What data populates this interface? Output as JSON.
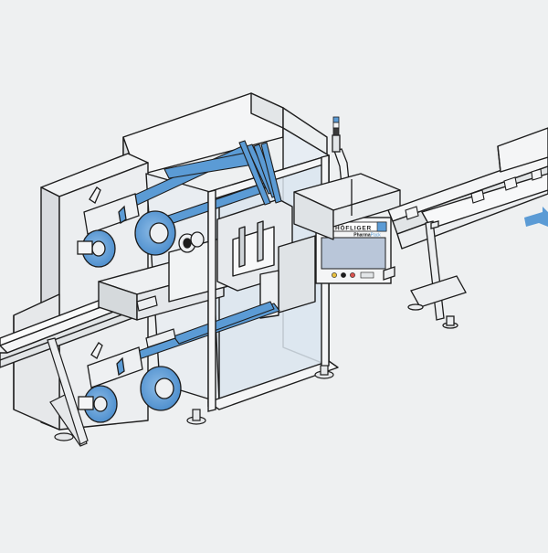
{
  "panel": {
    "brand": "HÖFLIGER",
    "product_prefix": "Pharma",
    "product_suffix": "Pack"
  },
  "colors": {
    "background": "#eef0f1",
    "frame": "#f1f3f4",
    "frame_shadow": "#d7dbde",
    "outline": "#1d1d1d",
    "film": "#5b9bd5",
    "film_dark": "#2f6ea8",
    "glass": "#dbe5ef",
    "screen": "#b9c6d9",
    "arrow": "#5b9bd5"
  },
  "icons": {
    "flow_arrow": "arrow-right-icon",
    "status_light": "status-beacon-icon"
  }
}
